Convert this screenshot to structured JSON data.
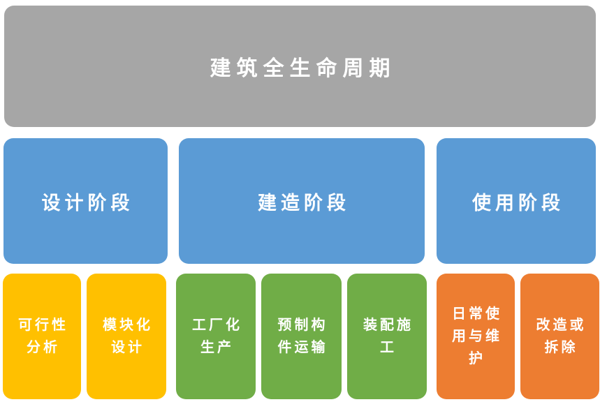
{
  "diagram": {
    "title": "建筑全生命周期",
    "colors": {
      "background": "#FFFFFF",
      "title_bg": "#A6A6A6",
      "phase_bg": "#5B9BD5",
      "design_sub_bg": "#FFC000",
      "build_sub_bg": "#70AD47",
      "use_sub_bg": "#ED7D31",
      "text": "#FFFFFF"
    },
    "phases": [
      {
        "label": "设计阶段",
        "sub_items": [
          "可行性\n分析",
          "模块化\n设计"
        ]
      },
      {
        "label": "建造阶段",
        "sub_items": [
          "工厂化\n生产",
          "预制构\n件运输",
          "装配施\n工"
        ]
      },
      {
        "label": "使用阶段",
        "sub_items": [
          "日常使\n用与维\n护",
          "改造或\n拆除"
        ]
      }
    ]
  }
}
